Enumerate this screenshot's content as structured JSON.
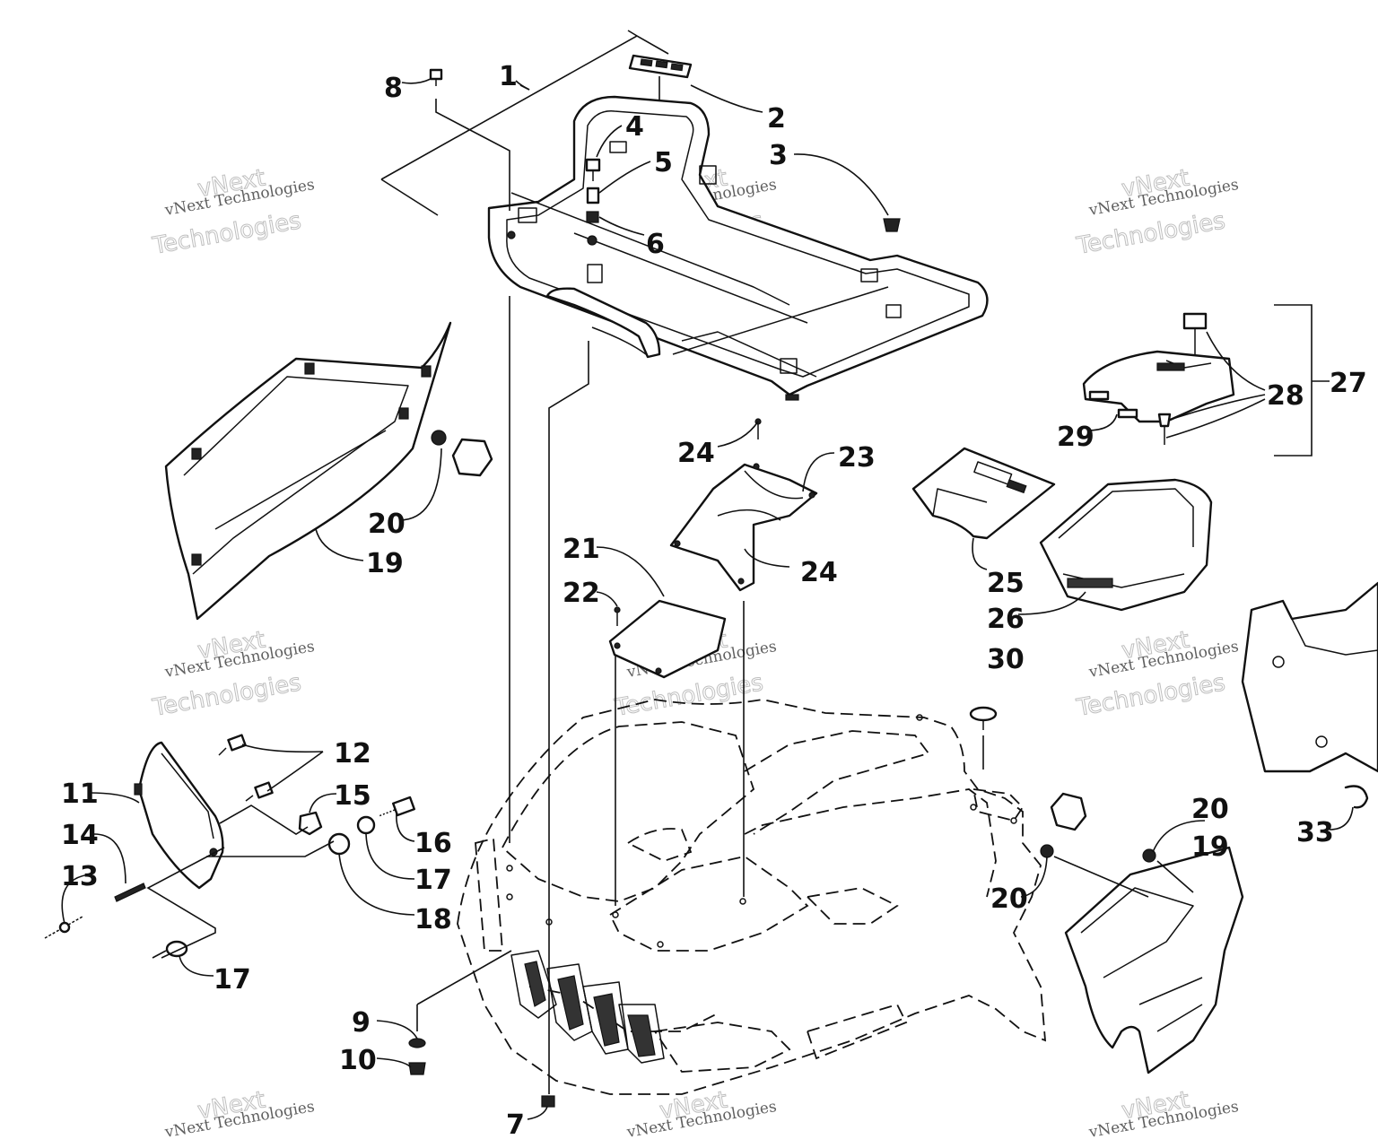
{
  "watermark": {
    "line1": "vNext Technologies",
    "line2": "vNext",
    "line3": "Technologies"
  },
  "callouts": [
    "1",
    "2",
    "3",
    "4",
    "5",
    "6",
    "7",
    "8",
    "9",
    "10",
    "11",
    "12",
    "13",
    "14",
    "15",
    "16",
    "17",
    "17",
    "18",
    "19",
    "19",
    "20",
    "20",
    "20",
    "21",
    "22",
    "23",
    "24",
    "24",
    "25",
    "26",
    "27",
    "28",
    "29",
    "30",
    "33"
  ]
}
